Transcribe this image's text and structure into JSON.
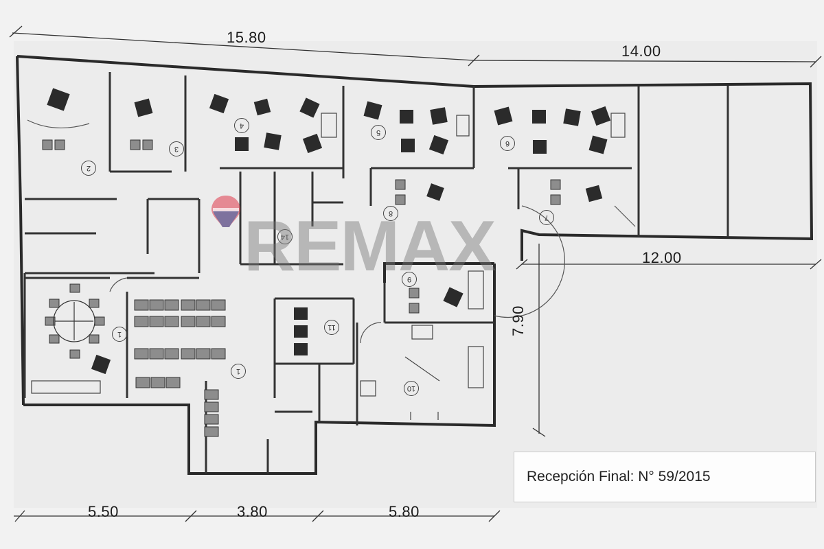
{
  "dimensions": {
    "top_left": "15.80",
    "top_right": "14.00",
    "right_mid": "12.00",
    "right_vertical": "7.90",
    "bottom_1": "5.50",
    "bottom_2": "3.80",
    "bottom_3": "5.80"
  },
  "rooms": [
    {
      "label": "2"
    },
    {
      "label": "3"
    },
    {
      "label": "4"
    },
    {
      "label": "5"
    },
    {
      "label": "6"
    },
    {
      "label": "7"
    },
    {
      "label": "8"
    },
    {
      "label": "1"
    },
    {
      "label": "1"
    },
    {
      "label": "11"
    },
    {
      "label": "9"
    },
    {
      "label": "10"
    },
    {
      "label": "14"
    }
  ],
  "watermark": {
    "brand": "REMAX",
    "brand_color": "#b0b0b0",
    "balloon_red": "#e0384a",
    "balloon_blue": "#2a5ea8"
  },
  "reception_note": "Recepción Final: N° 59/2015"
}
